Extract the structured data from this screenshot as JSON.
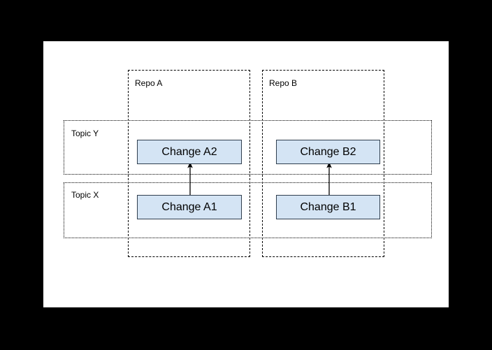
{
  "canvas": {
    "background": "#ffffff",
    "page_background": "#000000"
  },
  "diagram": {
    "type": "container-grouping-diagram",
    "accent_fill": "#d4e4f4",
    "accent_stroke": "#2f3e4e",
    "repos": [
      {
        "id": "repo-a",
        "label": "Repo A",
        "border_style": "dashed"
      },
      {
        "id": "repo-b",
        "label": "Repo B",
        "border_style": "dashed"
      }
    ],
    "topics": [
      {
        "id": "topic-y",
        "label": "Topic Y",
        "border_style": "dotted"
      },
      {
        "id": "topic-x",
        "label": "Topic X",
        "border_style": "dotted"
      }
    ],
    "changes": [
      {
        "id": "change-a2",
        "label": "Change A2",
        "repo": "Repo A",
        "topic": "Topic Y"
      },
      {
        "id": "change-b2",
        "label": "Change B2",
        "repo": "Repo B",
        "topic": "Topic Y"
      },
      {
        "id": "change-a1",
        "label": "Change A1",
        "repo": "Repo A",
        "topic": "Topic X"
      },
      {
        "id": "change-b1",
        "label": "Change B1",
        "repo": "Repo B",
        "topic": "Topic X"
      }
    ],
    "arrows": [
      {
        "id": "arrow-a1-a2",
        "from": "Change A1",
        "to": "Change A2",
        "direction": "up"
      },
      {
        "id": "arrow-b1-b2",
        "from": "Change B1",
        "to": "Change B2",
        "direction": "up"
      }
    ]
  }
}
